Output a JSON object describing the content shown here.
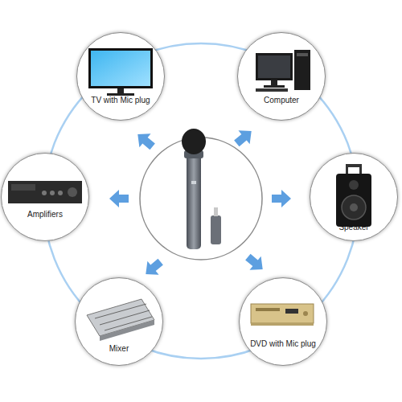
{
  "diagram": {
    "nodes": [
      {
        "text": [
          "TV with Mic plug"
        ]
      },
      {
        "text": [
          "Computer"
        ]
      },
      {
        "text": [
          "Amplifiers"
        ]
      },
      {
        "text": [
          "Speaker"
        ]
      },
      {
        "text": [
          "Mixer"
        ]
      },
      {
        "text": [
          "DVD with Mic plug"
        ]
      }
    ]
  }
}
